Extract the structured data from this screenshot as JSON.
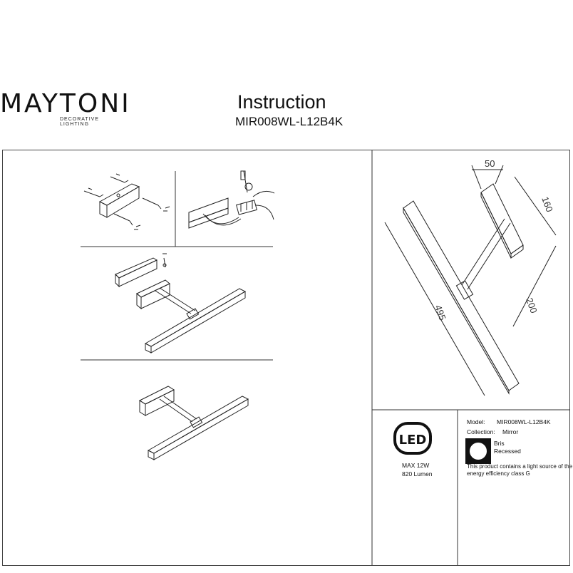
{
  "brand": {
    "name": "MAYTONI",
    "tagline": "DECORATIVE LIGHTING"
  },
  "header": {
    "title": "Instruction",
    "model_code": "MIR008WL-L12B4K"
  },
  "dimensions": {
    "depth": "50",
    "base": "160",
    "length": "495",
    "arm": "200"
  },
  "specs": {
    "led_label": "LED",
    "power": "MAX 12W",
    "lumen": "820 Lumen",
    "model_label": "Model:",
    "model_value": "MIR008WL-L12B4K",
    "collection_label": "Collection:",
    "collection_value": "Mirror",
    "name": "Bris",
    "mount": "Recessed",
    "energy_line1": "This product contains a light source of the",
    "energy_line2": "energy efficiency class G"
  }
}
